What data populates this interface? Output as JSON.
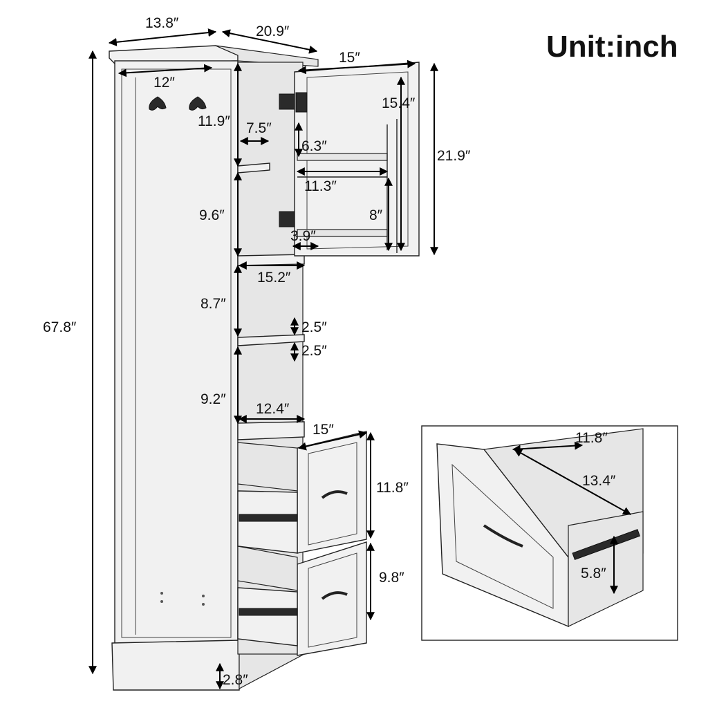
{
  "title": "Unit:inch",
  "dimensions": {
    "top_depth": "13.8″",
    "top_width": "20.9″",
    "door_width": "15″",
    "inner_width_top": "12″",
    "compartment_height_1": "11.9″",
    "shelf_depth": "7.5″",
    "door_height_inner": "15.4″",
    "door_shelf_gap": "6.3″",
    "door_height": "21.9″",
    "door_rack_width": "11.3″",
    "compartment_height_2": "9.6″",
    "door_rack_height": "8″",
    "door_rack_depth": "3.9″",
    "open_shelf_width": "15.2″",
    "open_shelf_height_1": "8.7″",
    "shelf_adjust_up": "2.5″",
    "shelf_adjust_down": "2.5″",
    "total_height": "67.8″",
    "open_shelf_height_2": "9.2″",
    "inner_width_bottom": "12.4″",
    "drawer_width": "15″",
    "drawer_height_1": "11.8″",
    "drawer_height_2": "9.8″",
    "base_height": "2.8″",
    "inset_drawer_width": "11.8″",
    "inset_drawer_depth": "13.4″",
    "inset_drawer_height": "5.8″"
  }
}
